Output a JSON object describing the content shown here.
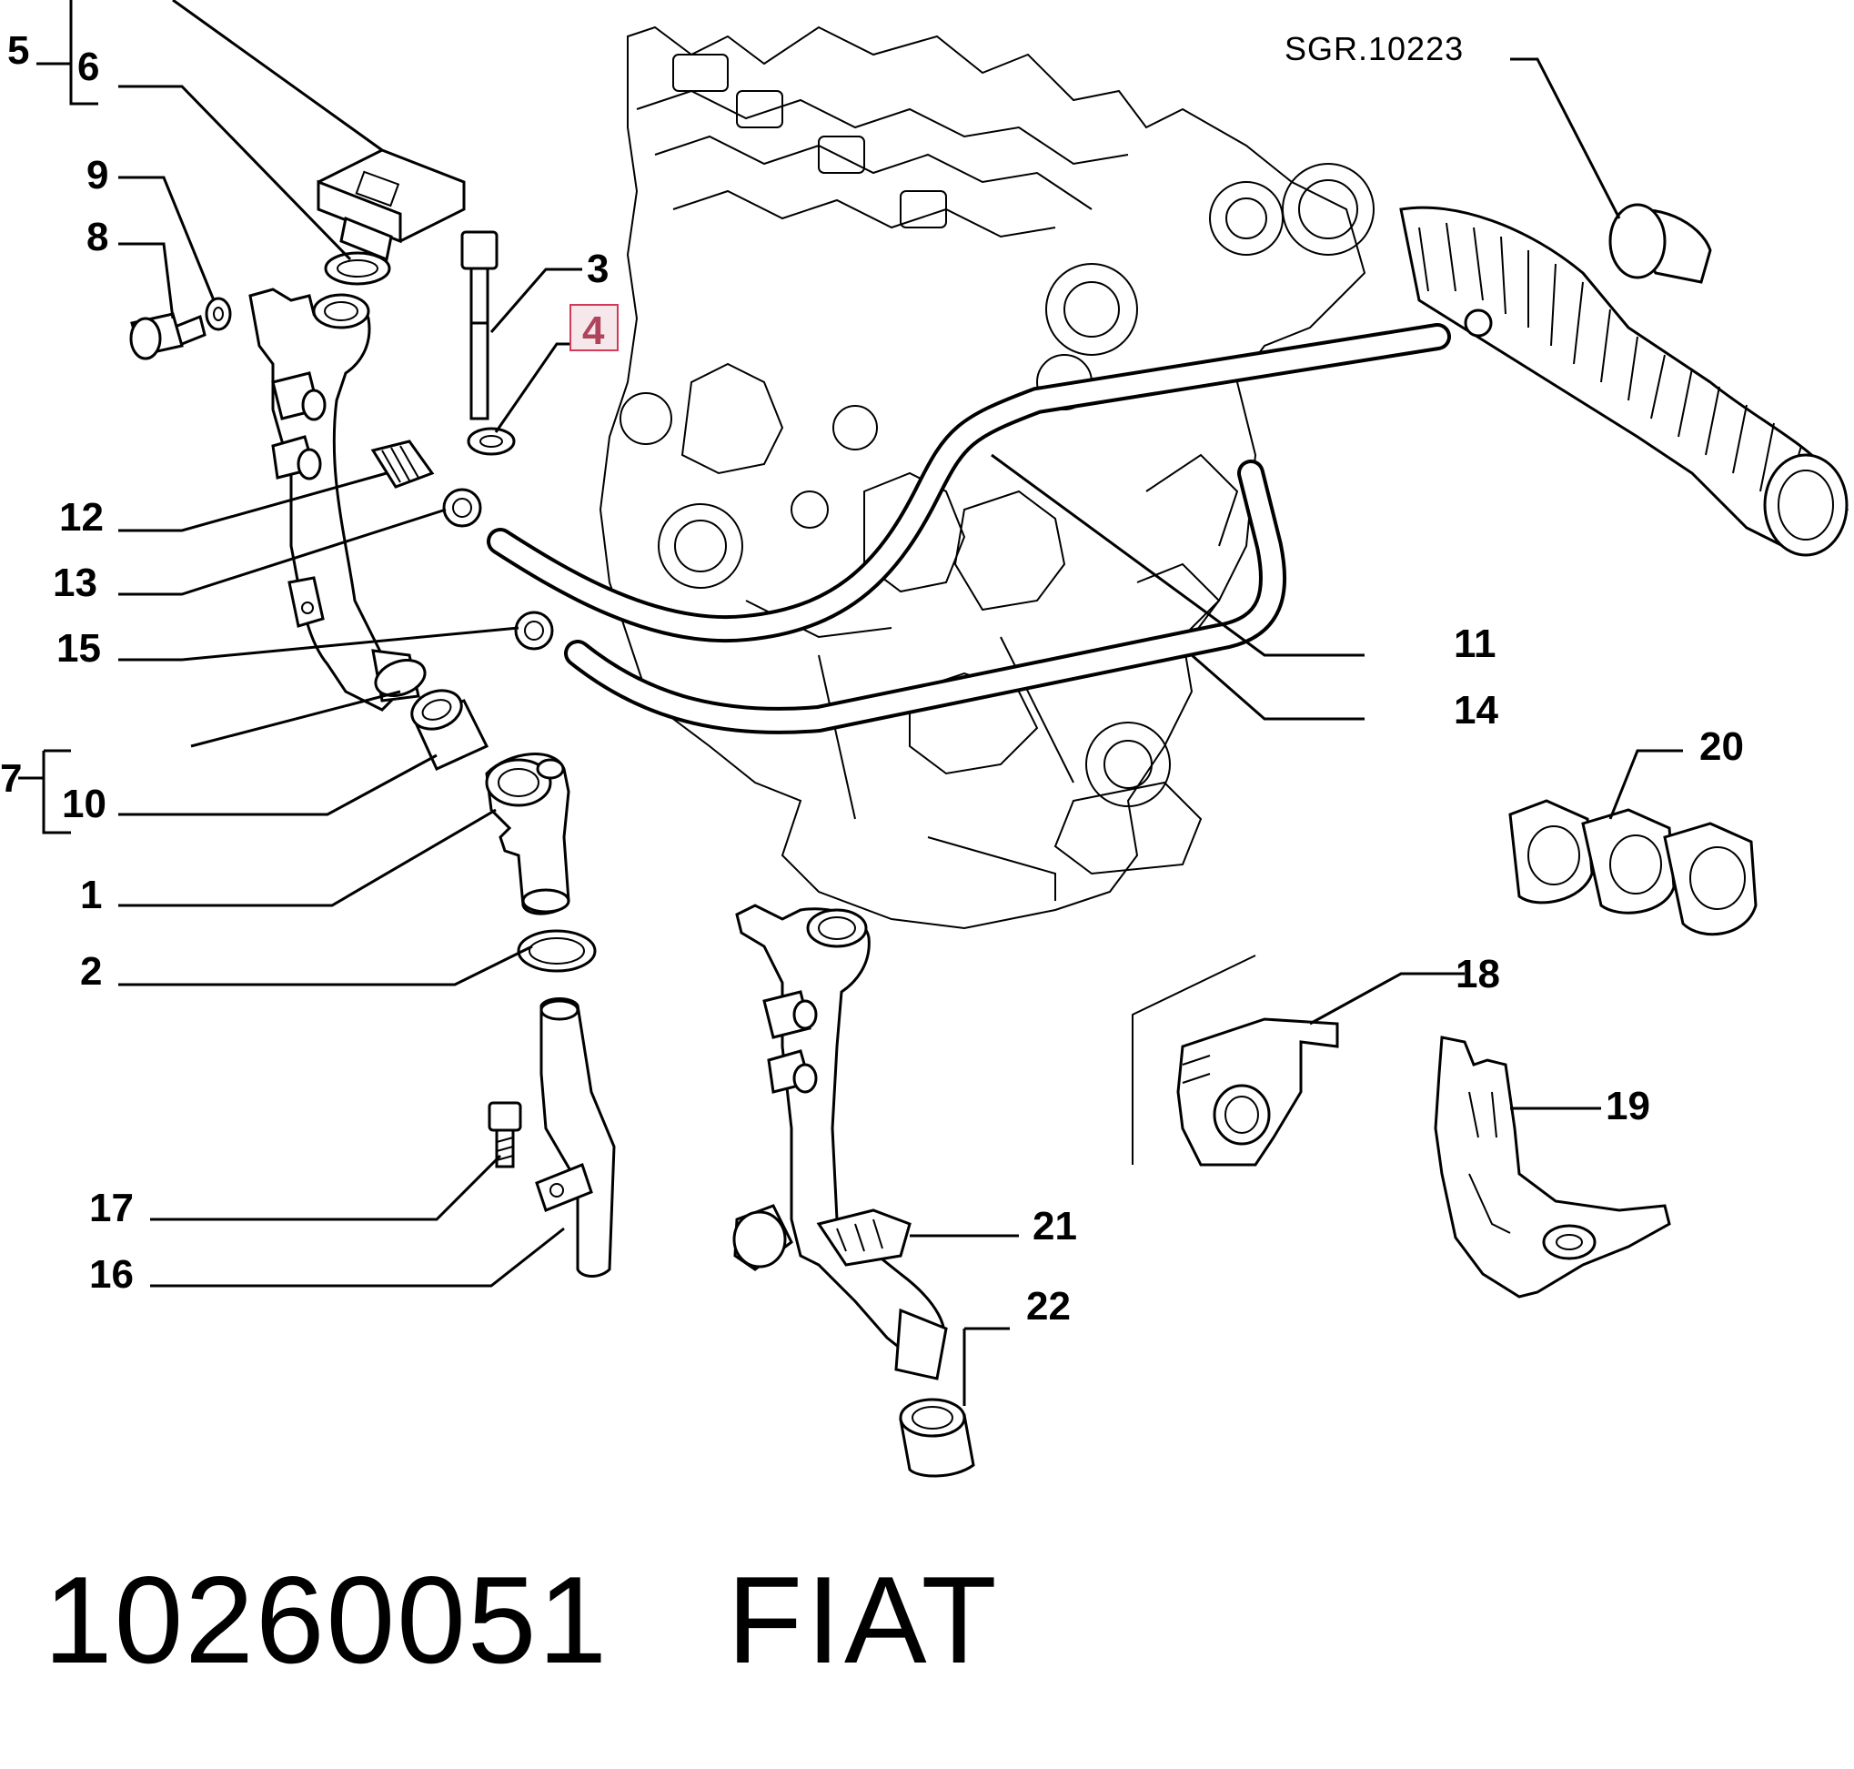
{
  "diagram": {
    "reference": "SGR.10223",
    "highlighted_callout": "4",
    "callouts": [
      "1",
      "2",
      "3",
      "4",
      "5",
      "6",
      "7",
      "8",
      "9",
      "10",
      "11",
      "12",
      "13",
      "14",
      "15",
      "16",
      "17",
      "18",
      "19",
      "20",
      "21",
      "22"
    ],
    "colors": {
      "line": "#000000",
      "highlight_border": "#d23a5a",
      "highlight_fill": "#f6e7ea",
      "highlight_text": "#b0445c"
    }
  },
  "footer": {
    "part_number": "10260051",
    "brand": "FIAT"
  }
}
